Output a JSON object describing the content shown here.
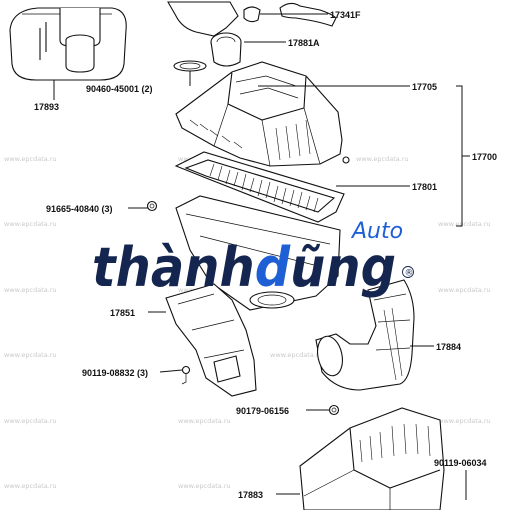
{
  "watermark_text": "www.epcdata.ru",
  "brand": {
    "main_left": "thành",
    "main_accent": "d",
    "main_right": "ũng",
    "sub": "Auto",
    "registered": "®"
  },
  "labels": {
    "p17341F": "17341F",
    "p17881A": "17881A",
    "p17893": "17893",
    "p90460": "90460-45001 (2)",
    "p17705": "17705",
    "p17700": "17700",
    "p17801": "17801",
    "p91665": "91665-40840 (3)",
    "p17851": "17851",
    "p17884": "17884",
    "p90119_08832": "90119-08832 (3)",
    "p90179": "90179-06156",
    "p90119_06034": "90119-06034",
    "p17883": "17883"
  }
}
